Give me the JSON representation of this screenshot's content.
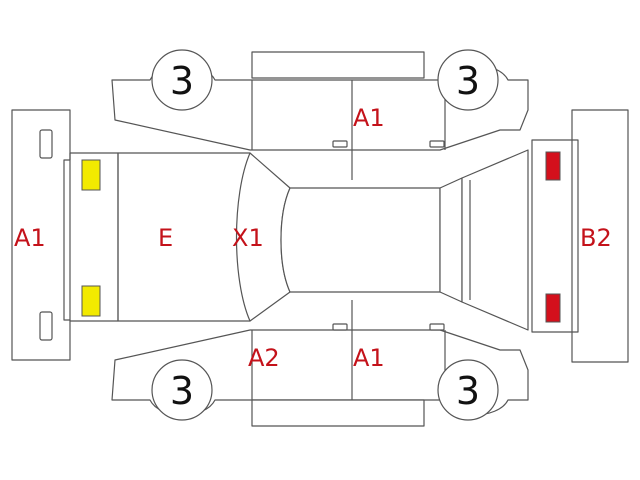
{
  "diagram": {
    "colors": {
      "outline": "#555555",
      "label": "#c4121a",
      "light_front": "#f2ea00",
      "light_rear": "#d4101c",
      "wheel_number": "#111111"
    },
    "labels": {
      "front_bumper": "A1",
      "hood": "E",
      "windshield": "X1",
      "left_rocker": "A2",
      "left_rear_door": "A1",
      "right_rear_door": "A1",
      "rear_bumper": "B2"
    },
    "wheels": {
      "front_right": "3",
      "rear_right": "3",
      "front_left": "3",
      "rear_left": "3"
    }
  }
}
